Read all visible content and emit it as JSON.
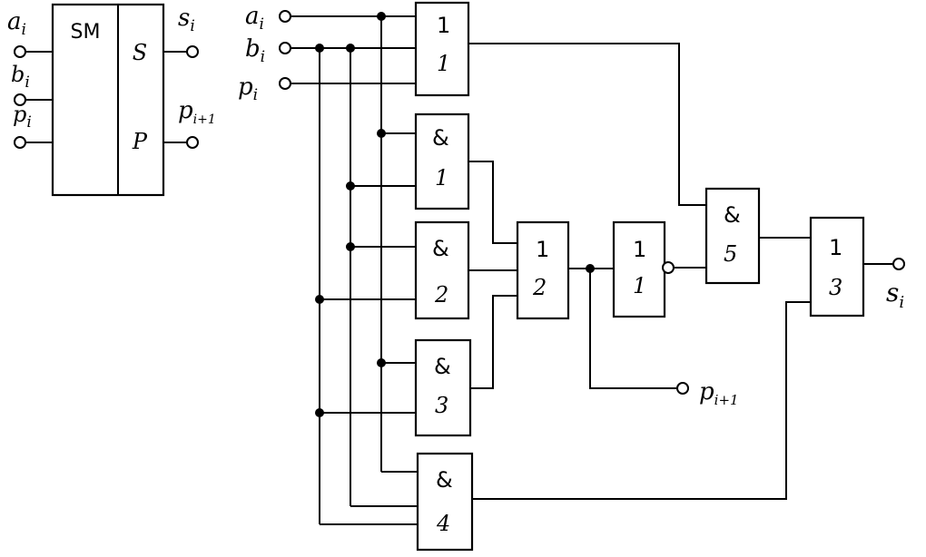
{
  "block": {
    "name": "SM",
    "out_s": "S",
    "out_p": "P",
    "in_a": "a",
    "in_b": "b",
    "in_p": "p",
    "sub_i": "i",
    "out_si": "s",
    "out_pi1": "p",
    "sub_i1": "i+1"
  },
  "inputs": {
    "a": "a",
    "b": "b",
    "p": "p",
    "sub": "i"
  },
  "gates": [
    {
      "symbol": "1",
      "number": "1"
    },
    {
      "symbol": "&",
      "number": "1"
    },
    {
      "symbol": "&",
      "number": "2"
    },
    {
      "symbol": "&",
      "number": "3"
    },
    {
      "symbol": "&",
      "number": "4"
    },
    {
      "symbol": "1",
      "number": "2"
    },
    {
      "symbol": "1",
      "number": "1"
    },
    {
      "symbol": "&",
      "number": "5"
    },
    {
      "symbol": "1",
      "number": "3"
    }
  ],
  "outputs": {
    "carry": "p",
    "carry_sub": "i+1",
    "sum": "s",
    "sum_sub": "i"
  }
}
